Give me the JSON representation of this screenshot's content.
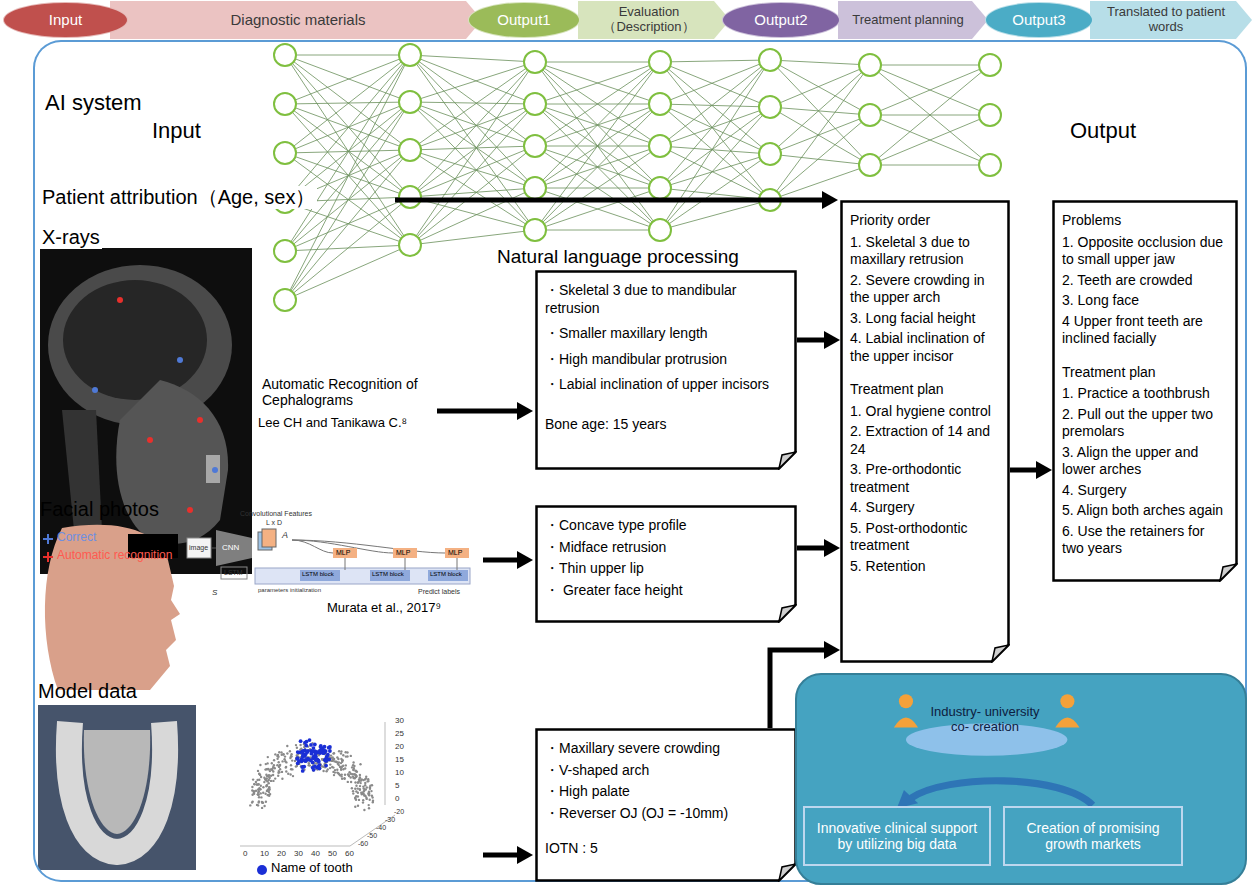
{
  "diagram": {
    "nodes": [
      {
        "text": [
          "Input"
        ]
      },
      {
        "text": [
          "Diagnostic materials"
        ]
      },
      {
        "text": [
          "Output1"
        ]
      },
      {
        "text": [
          "Evaluation （Description）"
        ]
      },
      {
        "text": [
          "Output2"
        ]
      },
      {
        "text": [
          "Treatment planning"
        ]
      },
      {
        "text": [
          "Output3"
        ]
      },
      {
        "text": [
          "Translated to patient words"
        ]
      },
      {
        "text": [
          "AI system"
        ]
      },
      {
        "text": [
          "・Skeletal 3 due to mandibular retrusion",
          "・Smaller maxillary length",
          "・High mandibular protrusion",
          "・Labial inclination of upper incisors",
          "Bone age: 15 years"
        ],
        "in": 8
      },
      {
        "text": [
          "・Concave type profile",
          "・Midface retrusion",
          "・Thin upper lip",
          "・ Greater face height"
        ],
        "in": 8
      },
      {
        "text": [
          "・Maxillary severe crowding",
          "・V-shaped arch",
          "・High palate",
          "・Reverser OJ (OJ = -10mm)",
          "IOTN : 5"
        ],
        "in": 8
      },
      {
        "text": [
          "Priority order",
          "1. Skeletal 3 due to maxillary retrusion",
          "2. Severe crowding in the upper arch",
          "3. Long facial height",
          "4. Labial inclination of the upper incisor",
          "Treatment plan",
          "1. Oral hygiene control",
          "2. Extraction of 14 and 24",
          "3. Pre-orthodontic treatment",
          "4. Surgery",
          "5. Post-orthodontic treatment",
          "5. Retention"
        ],
        "in": 8
      },
      {
        "text": [
          "Problems",
          "1. Opposite occlusion due to small upper jaw",
          "2. Teeth are crowded",
          "3. Long face",
          "4 Upper front teeth are inclined facially",
          "Treatment plan",
          "1. Practice a toothbrush",
          "2. Pull out the upper two premolars",
          "3. Align the upper and lower arches",
          "4. Surgery",
          "5. Align both arches again",
          "6. Use the retainers for two years"
        ],
        "in": 8
      },
      {
        "text": [
          "Industry- university co- creation"
        ]
      },
      {
        "text": [
          "Innovative clinical support by utilizing big data"
        ]
      },
      {
        "text": [
          "Creation of promising growth markets"
        ]
      }
    ],
    "edges": [
      {
        "from": 9,
        "to": 12,
        "arrow": "to"
      },
      {
        "from": 10,
        "to": 12,
        "arrow": "to"
      },
      {
        "from": 11,
        "to": 12,
        "arrow": "to"
      },
      {
        "from": 12,
        "to": 13,
        "arrow": "to"
      }
    ],
    "labels": [
      "Input",
      "Output",
      "Patient attribution（Age, sex）",
      "X-rays",
      "Natural language processing",
      "Automatic Recognition of Cephalograms",
      "Lee CH and Tanikawa C.⁸",
      "Facial photos",
      "Murata et al., 2017⁹",
      "Model data",
      "image",
      "CNN",
      "Convolutional Features",
      "L x D",
      "A",
      "MLP",
      "MLP",
      "MLP",
      "LSTM block",
      "LSTM block",
      "LSTM block",
      "parameters initialization",
      "LSTM",
      "S",
      "Predict labels",
      "0",
      "10",
      "20",
      "30",
      "40",
      "50",
      "60",
      "-60",
      "-50",
      "-40",
      "-30",
      "-20",
      "30",
      "25",
      "20",
      "15",
      "10",
      "5",
      "0"
    ],
    "legend": [
      {
        "text": "Correct",
        "color": "#4f79d6"
      },
      {
        "text": "Automatic recognition",
        "color": "#e8302c"
      },
      {
        "text": "Name of tooth",
        "color": "#1b2fd6"
      }
    ]
  }
}
